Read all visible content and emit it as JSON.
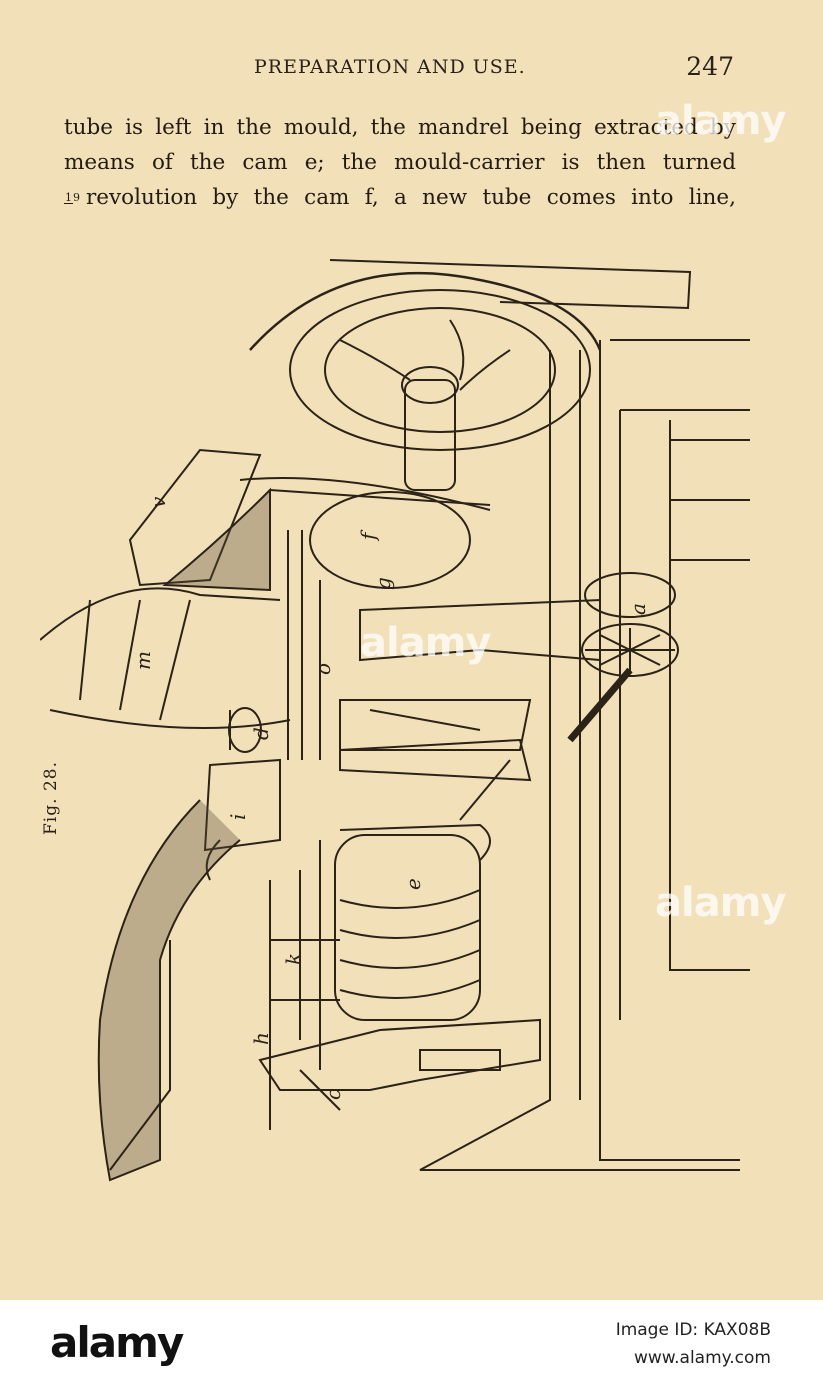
{
  "header": {
    "title": "PREPARATION AND USE.",
    "page_number": "247"
  },
  "body": {
    "line1": [
      "tube",
      "is",
      "left",
      "in",
      "the",
      "mould,",
      "the",
      "mandrel",
      "being",
      "extracted",
      "by"
    ],
    "line2": [
      "means",
      "of",
      "the",
      "cam",
      "e;",
      "the",
      "mould-carrier",
      "is",
      "then",
      "turned"
    ],
    "line3_fraction": {
      "numerator": "1",
      "denominator": "9"
    },
    "line3": [
      "revolution",
      "by",
      "the",
      "cam",
      "f,",
      "a",
      "new",
      "tube",
      "comes",
      "into",
      "line,"
    ]
  },
  "figure": {
    "caption": "Fig. 28.",
    "labels": {
      "v": "v",
      "f": "f",
      "g": "g",
      "a": "a",
      "m": "m",
      "o": "o",
      "d": "d",
      "i": "i",
      "e": "e",
      "k": "k",
      "h": "h",
      "c": "c"
    }
  },
  "watermark": {
    "text": "alamy"
  },
  "footer": {
    "brand": "alamy",
    "image_id": "Image ID: KAX08B",
    "site": "www.alamy.com"
  }
}
